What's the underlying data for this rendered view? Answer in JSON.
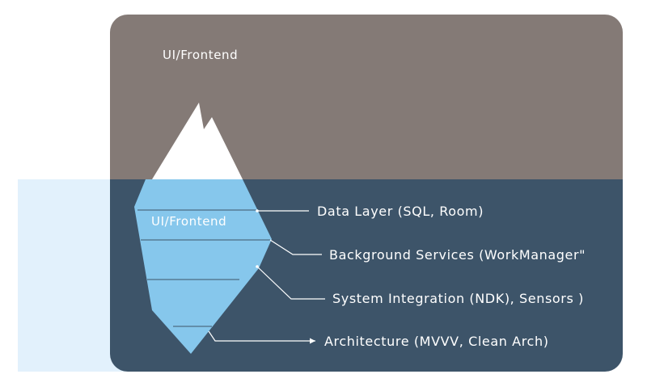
{
  "diagram": {
    "surface_label": "UI/Frontend",
    "iceberg_label": "UI/Frontend",
    "layers": [
      "Data Layer (SQL, Room)",
      "Background Services (WorkManager\"",
      "System Integration (NDK), Sensors )",
      "Architecture (MVVV, Clean Arch)"
    ]
  },
  "colors": {
    "sky": "#847a76",
    "water": "#3d5469",
    "water_light": "#e2f1fc",
    "ice_tip": "#ffffff",
    "ice_underwater": "#86c7ec"
  }
}
